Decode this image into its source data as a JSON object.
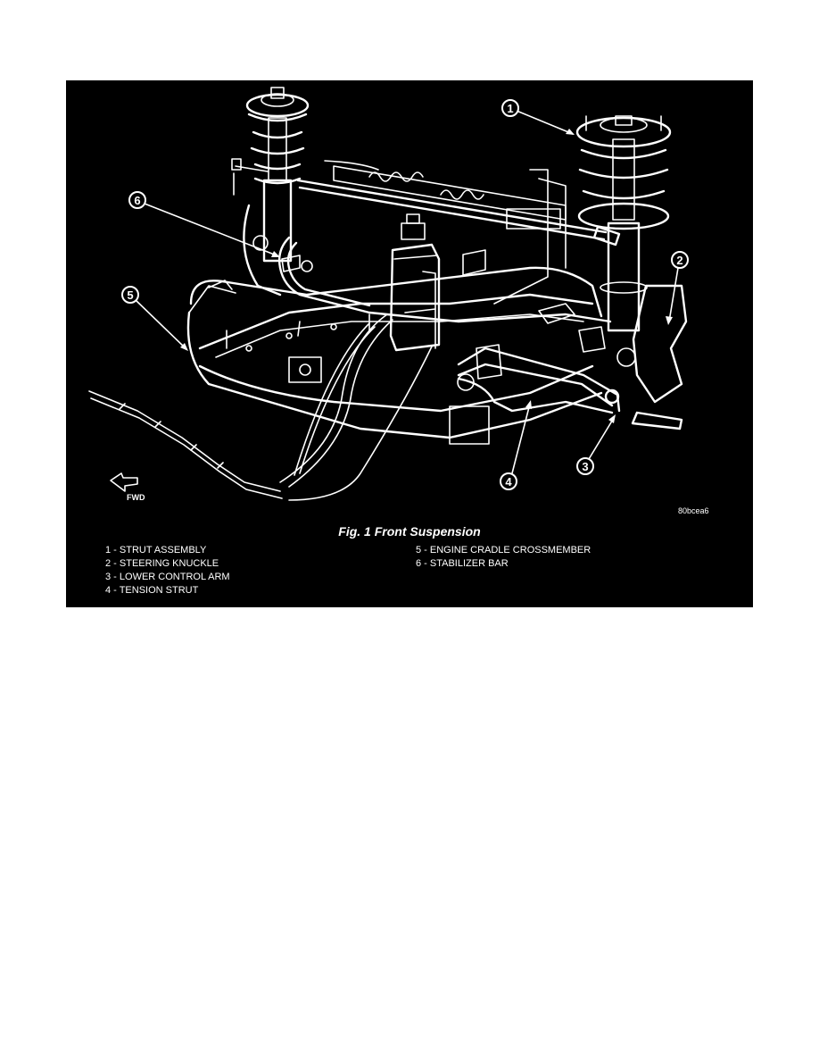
{
  "figure": {
    "caption": "Fig. 1 Front Suspension",
    "image_code": "80bcea6",
    "direction_label": "FWD",
    "callouts": [
      "1",
      "2",
      "3",
      "4",
      "5",
      "6"
    ],
    "legend": [
      "1 - STRUT ASSEMBLY",
      "2 - STEERING KNUCKLE",
      "3 - LOWER CONTROL ARM",
      "4 - TENSION STRUT",
      "5 - ENGINE CRADLE CROSSMEMBER",
      "6 - STABILIZER BAR"
    ],
    "colors": {
      "background": "#000000",
      "line_art": "#ffffff",
      "page": "#ffffff"
    }
  }
}
